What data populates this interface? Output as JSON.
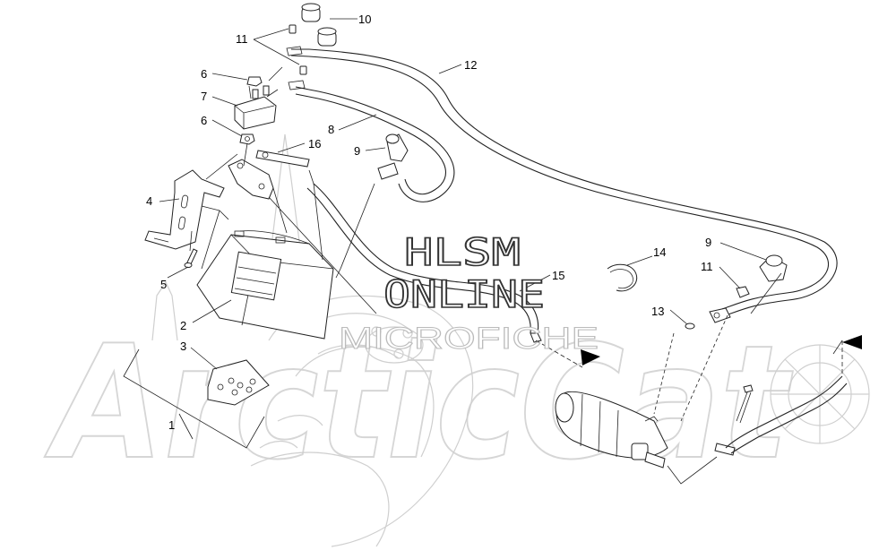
{
  "watermark": {
    "line1": "HLSM",
    "line2": "ONLINE",
    "line3": "MICROFICHE",
    "brand": "ArcticCat"
  },
  "callouts": [
    "1",
    "2",
    "3",
    "4",
    "5",
    "6",
    "6",
    "7",
    "8",
    "9",
    "9",
    "10",
    "11",
    "11",
    "12",
    "13",
    "14",
    "15",
    "16"
  ]
}
